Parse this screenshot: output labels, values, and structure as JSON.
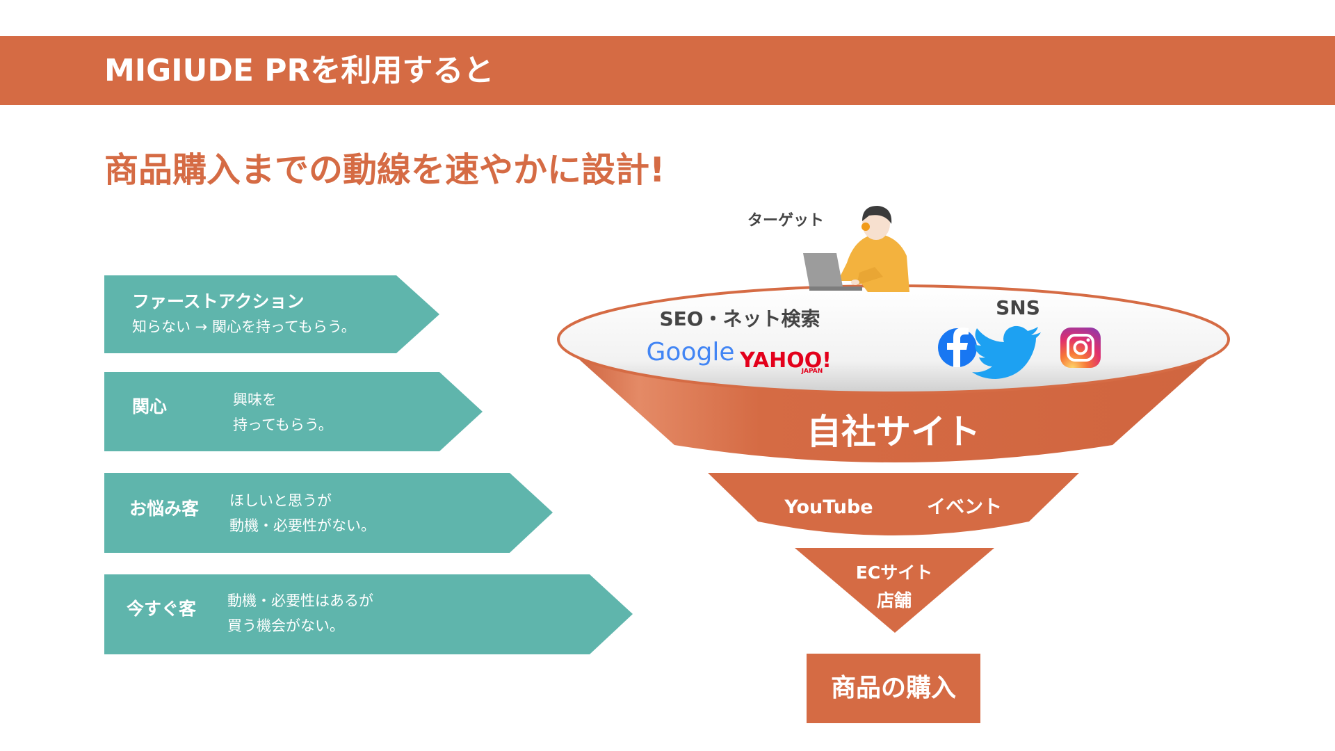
{
  "header": {
    "title": "MIGIUDE PRを利用すると"
  },
  "heading": "商品購入までの動線を速やかに設計!",
  "stages": [
    {
      "label": "ファーストアクション",
      "desc": [
        "知らない → 関心を持ってもらう。"
      ]
    },
    {
      "label": "関心",
      "desc": [
        "興味を",
        "持ってもらう。"
      ]
    },
    {
      "label": "お悩み客",
      "desc": [
        "ほしいと思うが",
        "動機・必要性がない。"
      ]
    },
    {
      "label": "今すぐ客",
      "desc": [
        "動機・必要性はあるが",
        "買う機会がない。"
      ]
    }
  ],
  "funnel": {
    "target_label": "ターゲット",
    "seo_label": "SEO・ネット検索",
    "sns_label": "SNS",
    "google_logo": "Google",
    "yahoo_logo": "YAHOO!",
    "yahoo_sub": "JAPAN",
    "tier1": "自社サイト",
    "tier2_left": "YouTube",
    "tier2_right": "イベント",
    "tier3_line1": "ECサイト",
    "tier3_line2": "店舗",
    "icons": [
      "facebook-icon",
      "twitter-icon",
      "instagram-icon"
    ]
  },
  "purchase_label": "商品の購入",
  "colors": {
    "accent": "#d56b44",
    "teal": "#5fb5ac",
    "facebook": "#1877f2",
    "twitter": "#1da1f2"
  }
}
